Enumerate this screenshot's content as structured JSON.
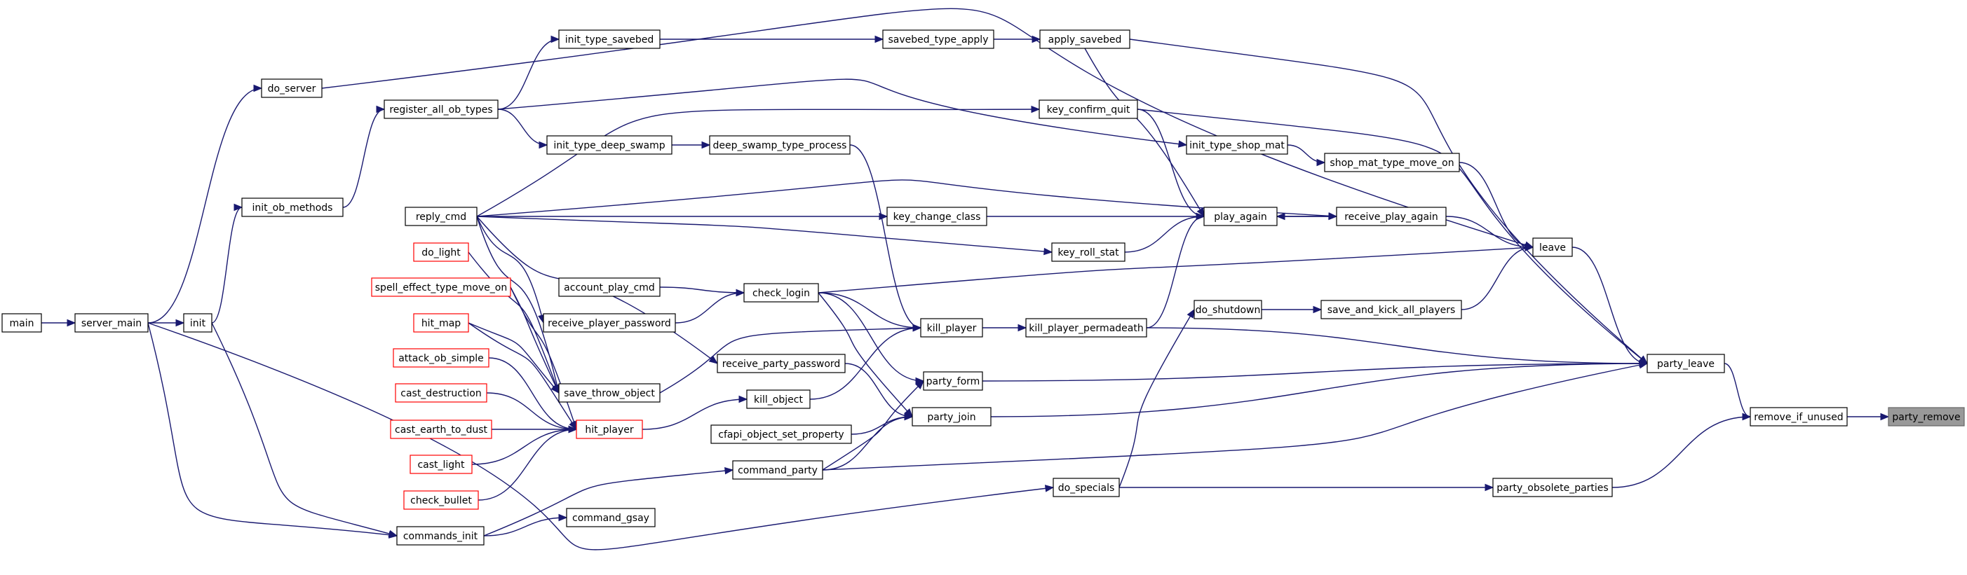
{
  "graph": {
    "nodes": {
      "party_remove": "party_remove",
      "remove_if_unused": "remove_if_unused",
      "party_leave": "party_leave",
      "party_obsolete_parties": "party_obsolete_parties",
      "leave": "leave",
      "do_specials": "do_specials",
      "save_and_kick_all_players": "save_and_kick_all_players",
      "shop_mat_type_move_on": "shop_mat_type_move_on",
      "receive_play_again": "receive_play_again",
      "do_shutdown": "do_shutdown",
      "init_type_shop_mat": "init_type_shop_mat",
      "play_again": "play_again",
      "kill_player_permadeath": "kill_player_permadeath",
      "key_roll_stat": "key_roll_stat",
      "key_confirm_quit": "key_confirm_quit",
      "key_change_class": "key_change_class",
      "apply_savebed": "apply_savebed",
      "kill_player": "kill_player",
      "party_form": "party_form",
      "party_join": "party_join",
      "savebed_type_apply": "savebed_type_apply",
      "deep_swamp_type_process": "deep_swamp_type_process",
      "check_login": "check_login",
      "receive_party_password": "receive_party_password",
      "kill_object": "kill_object",
      "cfapi_object_set_property": "cfapi_object_set_property",
      "command_party": "command_party",
      "command_gsay": "command_gsay",
      "init_type_savebed": "init_type_savebed",
      "register_all_ob_types": "register_all_ob_types",
      "init_type_deep_swamp": "init_type_deep_swamp",
      "reply_cmd": "reply_cmd",
      "do_light": "do_light",
      "account_play_cmd": "account_play_cmd",
      "spell_effect_type_move_on": "spell_effect_type_move_on",
      "receive_player_password": "receive_player_password",
      "hit_map": "hit_map",
      "attack_ob_simple": "attack_ob_simple",
      "save_throw_object": "save_throw_object",
      "cast_destruction": "cast_destruction",
      "hit_player": "hit_player",
      "cast_earth_to_dust": "cast_earth_to_dust",
      "cast_light": "cast_light",
      "check_bullet": "check_bullet",
      "commands_init": "commands_init",
      "do_server": "do_server",
      "init_ob_methods": "init_ob_methods",
      "init": "init",
      "server_main": "server_main",
      "main": "main"
    }
  },
  "colors": {
    "edge": "#191970",
    "node_border": "#000000",
    "node_border_truncated": "#ff0000",
    "root_fill": "#999999",
    "root_border": "#666666"
  }
}
